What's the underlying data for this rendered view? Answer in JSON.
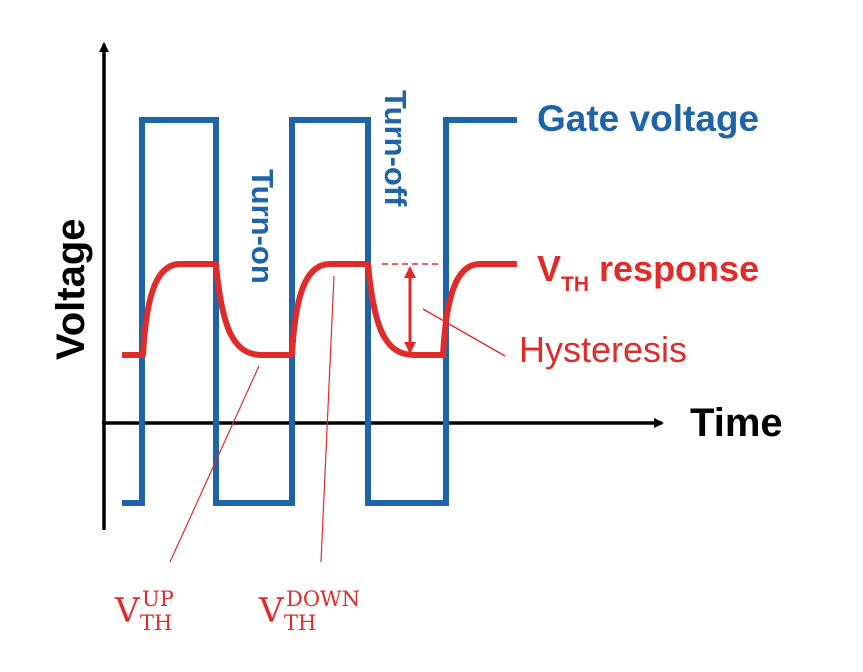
{
  "colors": {
    "gate": "#1f64a8",
    "vth": "#e02b2b",
    "axis": "#000000",
    "background": "#ffffff"
  },
  "axes": {
    "ylabel": "Voltage",
    "xlabel": "Time"
  },
  "labels": {
    "gate_voltage": "Gate voltage",
    "vth_response_v": "V",
    "vth_response_sub": "TH",
    "vth_response_rest": " response",
    "hysteresis": "Hysteresis",
    "turn_on": "Turn-on",
    "turn_off": "Turn-off",
    "vth_up_base": "V",
    "vth_up_sub": "TH",
    "vth_up_sup": "UP",
    "vth_down_base": "V",
    "vth_down_sub": "TH",
    "vth_down_sup": "DOWN"
  },
  "chart_data": {
    "type": "line",
    "title": "",
    "xlabel": "Time",
    "ylabel": "Voltage",
    "series": [
      {
        "name": "Gate voltage",
        "shape": "square-wave",
        "levels": [
          "low",
          "high",
          "low",
          "high",
          "low",
          "high"
        ],
        "description": "Gate pulses alternating low/high, three high pulses, ending high"
      },
      {
        "name": "VTH response",
        "shape": "exponential-settling",
        "levels": [
          "low",
          "high",
          "low",
          "high",
          "low",
          "high"
        ],
        "description": "Threshold voltage rises on gate turn-on and recovers on turn-off"
      }
    ],
    "annotations": [
      "Turn-on",
      "Turn-off",
      "Hysteresis",
      "VTH UP",
      "VTH DOWN"
    ]
  }
}
